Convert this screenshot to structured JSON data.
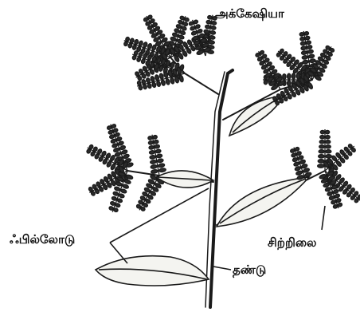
{
  "title": "அக்கேஷியா",
  "labels": {
    "phyllode": "ஃபில்லோடு",
    "leaflet": "சிற்றிலை",
    "stem": "தண்டு"
  },
  "colors": {
    "ink": "#1a1a1a",
    "leaf_fill": "#f4f4f0",
    "background": "#ffffff"
  }
}
